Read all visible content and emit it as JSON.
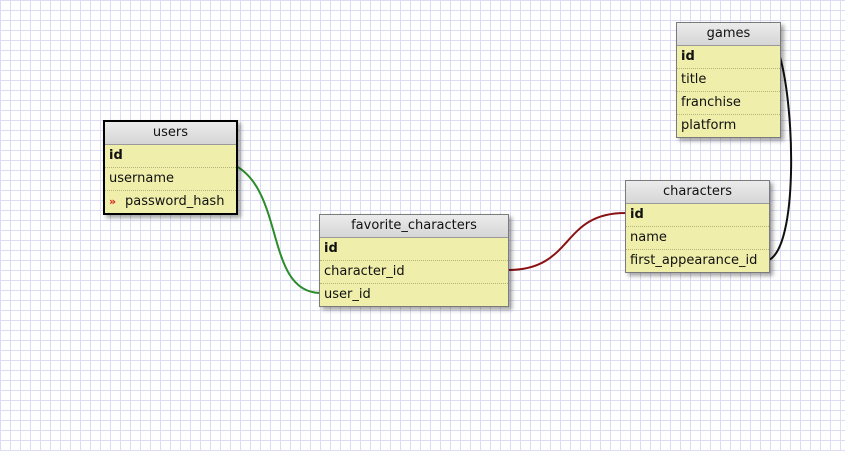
{
  "colors": {
    "users_link": "#2a8c2a",
    "characters_link": "#8a1212",
    "games_link": "#111111",
    "table_body": "#efeeab",
    "fk_marker": "#d11c1c"
  },
  "tables": {
    "users": {
      "name": "users",
      "fields": [
        {
          "name": "id",
          "pk": true
        },
        {
          "name": "username"
        },
        {
          "name": "password_hash",
          "marker": "fk-arrow-icon",
          "marker_glyph": "»"
        }
      ]
    },
    "favorite_characters": {
      "name": "favorite_characters",
      "fields": [
        {
          "name": "id",
          "pk": true
        },
        {
          "name": "character_id"
        },
        {
          "name": "user_id"
        }
      ]
    },
    "characters": {
      "name": "characters",
      "fields": [
        {
          "name": "id",
          "pk": true
        },
        {
          "name": "name"
        },
        {
          "name": "first_appearance_id"
        }
      ]
    },
    "games": {
      "name": "games",
      "fields": [
        {
          "name": "id",
          "pk": true
        },
        {
          "name": "title"
        },
        {
          "name": "franchise"
        },
        {
          "name": "platform"
        }
      ]
    }
  }
}
